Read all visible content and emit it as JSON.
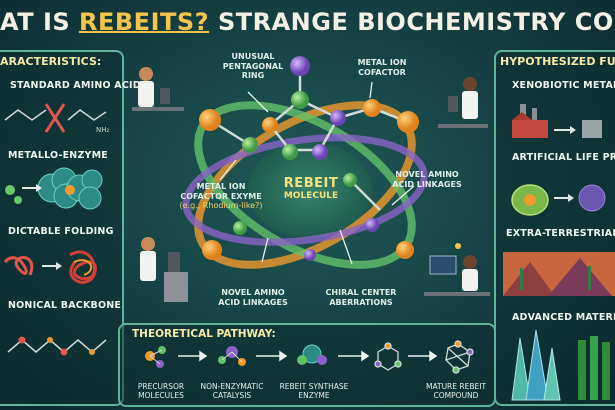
{
  "title": {
    "pre": "AT IS ",
    "highlight": "REBEITS?",
    "post": " STRANGE BIOCHEMISTRY CONCEPT EXPLA"
  },
  "left_panel": {
    "heading": "ARACTERISTICS:",
    "items": [
      "STANDARD AMINO ACIDS",
      "METALLO-ENZYME",
      "DICTABLE FOLDING",
      "NONICAL BACKBONE"
    ]
  },
  "right_panel": {
    "heading": "HYPOTHESIZED FUN",
    "items": [
      "XENOBIOTIC METABO",
      "ARTIFICIAL LIFE PREC",
      "EXTRA-TERRESTRIAL BIOC",
      "ADVANCED MATERIALS S"
    ]
  },
  "center": {
    "molecule_line1": "REBEIT",
    "molecule_line2": "MOLECULE",
    "callouts": {
      "ring": [
        "UNUSUAL",
        "PENTAGONAL",
        "RING"
      ],
      "metal_top": [
        "METAL ION",
        "COFACTOR"
      ],
      "metal_left": [
        "METAL ION",
        "COFACTOR EXYME",
        "(e.g., Rhodium-like?)"
      ],
      "novel_right": [
        "NOVEL AMINO",
        "ACID LINKAGES"
      ],
      "novel_bottom": [
        "NOVEL AMINO",
        "ACID LINKAGES"
      ],
      "chiral": [
        "CHIRAL CENTER",
        "ABERRATIONS"
      ]
    }
  },
  "pathway": {
    "heading": "THEORETICAL PATHWAY:",
    "steps": [
      [
        "PRECURSOR",
        "MOLECULES"
      ],
      [
        "NON-ENZYMATIC",
        "CATALYSIS"
      ],
      [
        "REBEIT SYNTHASE",
        "ENZYME"
      ],
      [
        "MATURE REBEIT",
        "COMPOUND"
      ]
    ]
  },
  "colors": {
    "accent": "#f6c64a",
    "border": "#5fb49a",
    "orange": "#f19a2c",
    "green": "#63c06a",
    "purple": "#8a63c8",
    "red": "#e2554c"
  }
}
